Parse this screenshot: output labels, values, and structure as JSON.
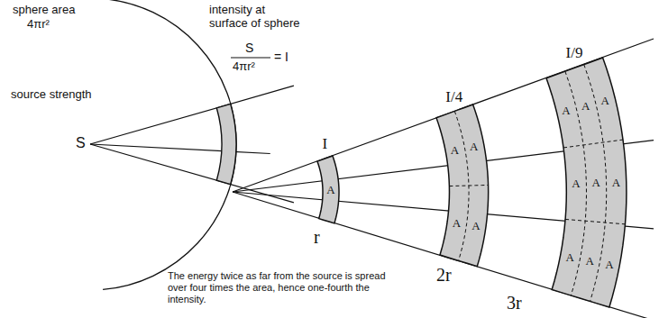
{
  "diagram": {
    "caption": "The energy twice as far from the source is spread over four times the area, hence one-fourth the intensity.",
    "nodes": [
      {
        "text": [
          "I",
          "A"
        ]
      },
      {
        "text": [
          "I/4",
          "A",
          "A",
          "A",
          "A"
        ]
      },
      {
        "text": [
          "I/9",
          "A",
          "A",
          "A",
          "A",
          "A",
          "A",
          "A",
          "A",
          "A"
        ]
      }
    ],
    "labels": [
      "sphere area",
      "4πr²",
      "intensity at surface of sphere",
      "S",
      "4πr²",
      "= I",
      "source strength",
      "S",
      "r",
      "2r",
      "3r"
    ]
  }
}
